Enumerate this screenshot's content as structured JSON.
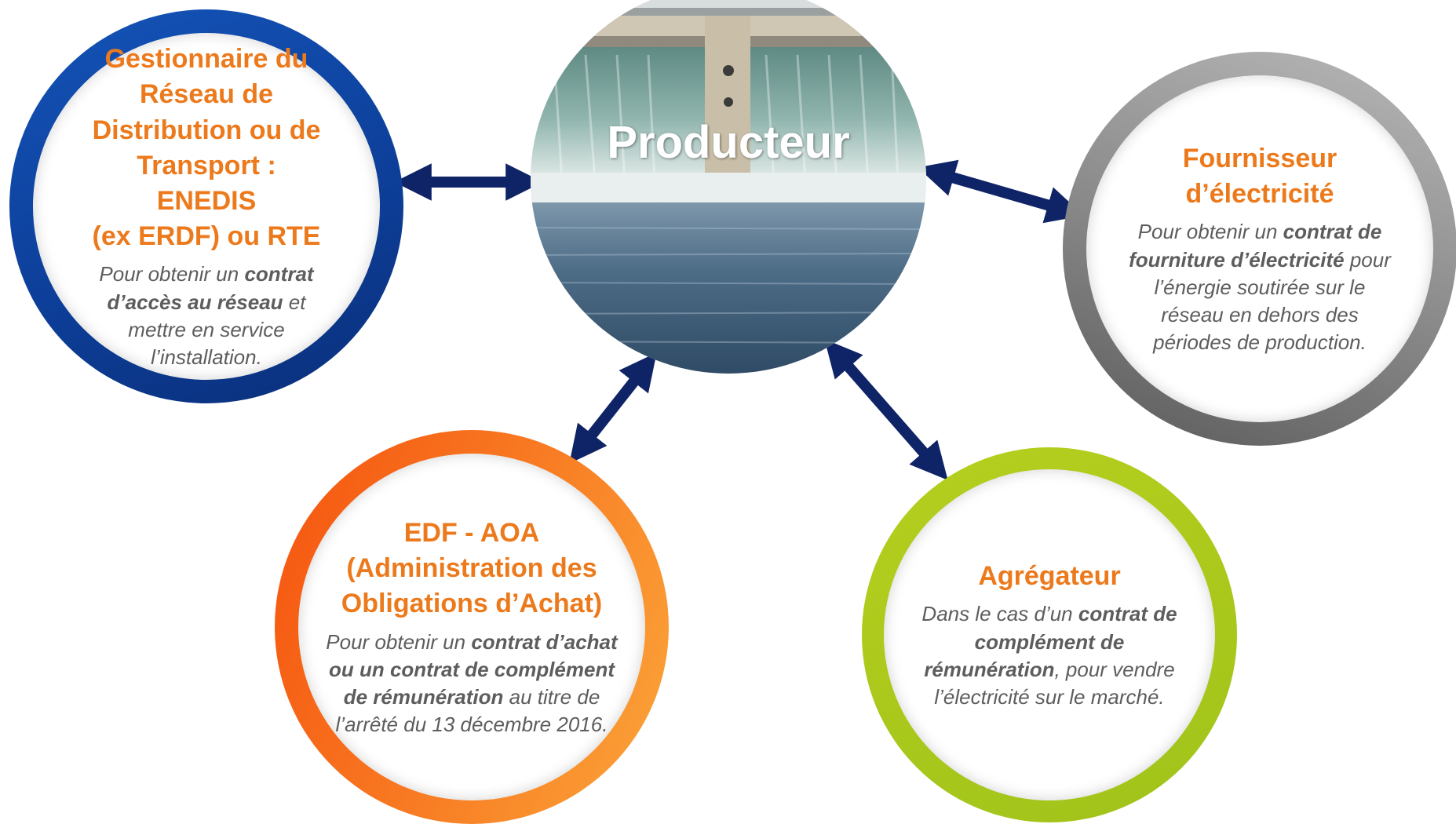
{
  "center": {
    "label": "Producteur",
    "image": "hydroelectric-dam-spillway-photo"
  },
  "colors": {
    "title_orange": "#ec7a1c",
    "text_gray": "#5d5d5d",
    "arrow_navy": "#0f2466",
    "ring_blue": "#1454b8",
    "ring_gray": "#8c8c8c",
    "ring_orange": "#f87a22",
    "ring_green": "#b6cf1e"
  },
  "nodes": {
    "grd": {
      "title": [
        "Gestionnaire du",
        "Réseau de",
        "Distribution ou de",
        "Transport : ENEDIS",
        "(ex ERDF) ou RTE"
      ],
      "desc": {
        "p1": "Pour obtenir un ",
        "b1": "contrat d’accès au réseau",
        "p2": " et mettre en service l’installation."
      }
    },
    "fournisseur": {
      "title": [
        "Fournisseur",
        "d’électricité"
      ],
      "desc": {
        "p1": "Pour obtenir un ",
        "b1": "contrat de fourniture d’électricité",
        "p2": " pour l’énergie soutirée sur le réseau en dehors des périodes de production."
      }
    },
    "edf": {
      "title": [
        "EDF - AOA",
        "(Administration des",
        "Obligations d’Achat)"
      ],
      "desc": {
        "p1": "Pour obtenir un ",
        "b1": "contrat d’achat ou un contrat de complément de rémunération",
        "p2": " au titre de l’arrêté du 13 décembre 2016."
      }
    },
    "agregateur": {
      "title": [
        "Agrégateur"
      ],
      "desc": {
        "p1": "Dans le cas d’un ",
        "b1": "contrat de complément de rémunération",
        "p2": ", pour vendre l’électricité sur le marché."
      }
    }
  }
}
